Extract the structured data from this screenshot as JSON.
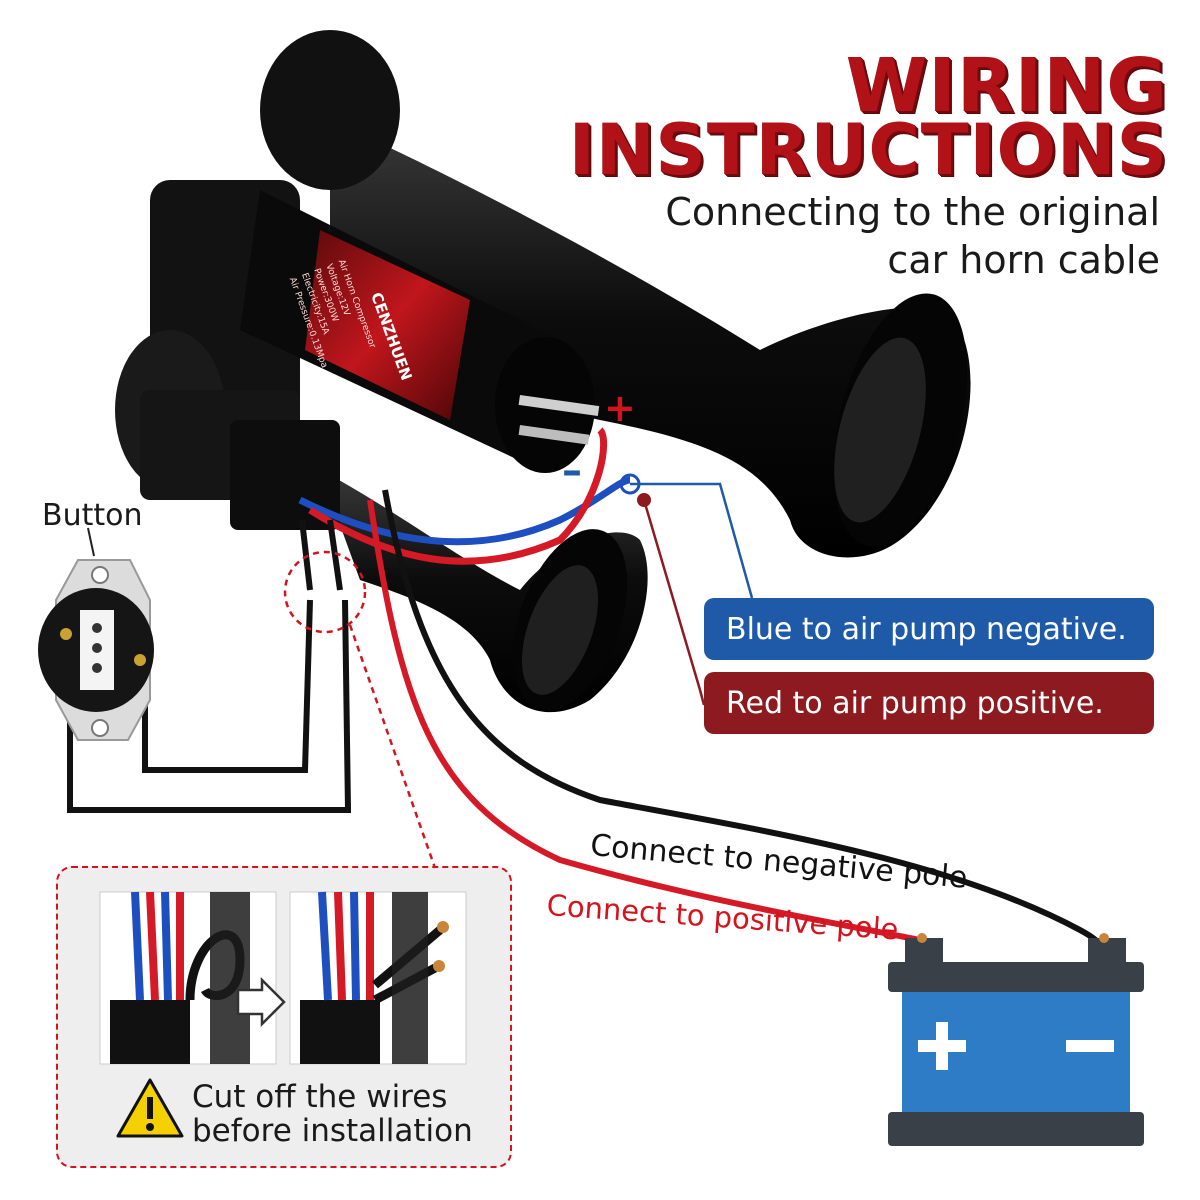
{
  "title_line1": "WIRING",
  "title_line2": "INSTRUCTIONS",
  "subtitle_line1": "Connecting to the original",
  "subtitle_line2": "car horn cable",
  "button_label": "Button",
  "plus_sign": "+",
  "minus_sign": "–",
  "blue_note": "Blue to air pump negative.",
  "red_note": "Red to air pump positive.",
  "negative_pole_label": "Connect  to negative  pole",
  "positive_pole_label": "Connect to positive pole",
  "warning_line1": "Cut off the wires",
  "warning_line2": "before installation",
  "compressor_brand": "CENZHUEN",
  "compressor_specs": [
    "Air Horn Compressor",
    "Voltage:12V",
    "Power:300W",
    "Electricity:15A",
    "Air Pressure:0.13Mpa"
  ],
  "battery_plus": "+",
  "battery_minus": "–",
  "colors": {
    "title_red": "#b01218",
    "blue_box": "#1f5aa8",
    "red_box": "#8d1a1f",
    "positive_text": "#d4141d",
    "battery_blue": "#2e7bc6",
    "battery_dark": "#3a4048"
  },
  "icons": [
    "warning-icon",
    "arrow-right-icon",
    "battery-icon",
    "air-horn",
    "push-button"
  ]
}
